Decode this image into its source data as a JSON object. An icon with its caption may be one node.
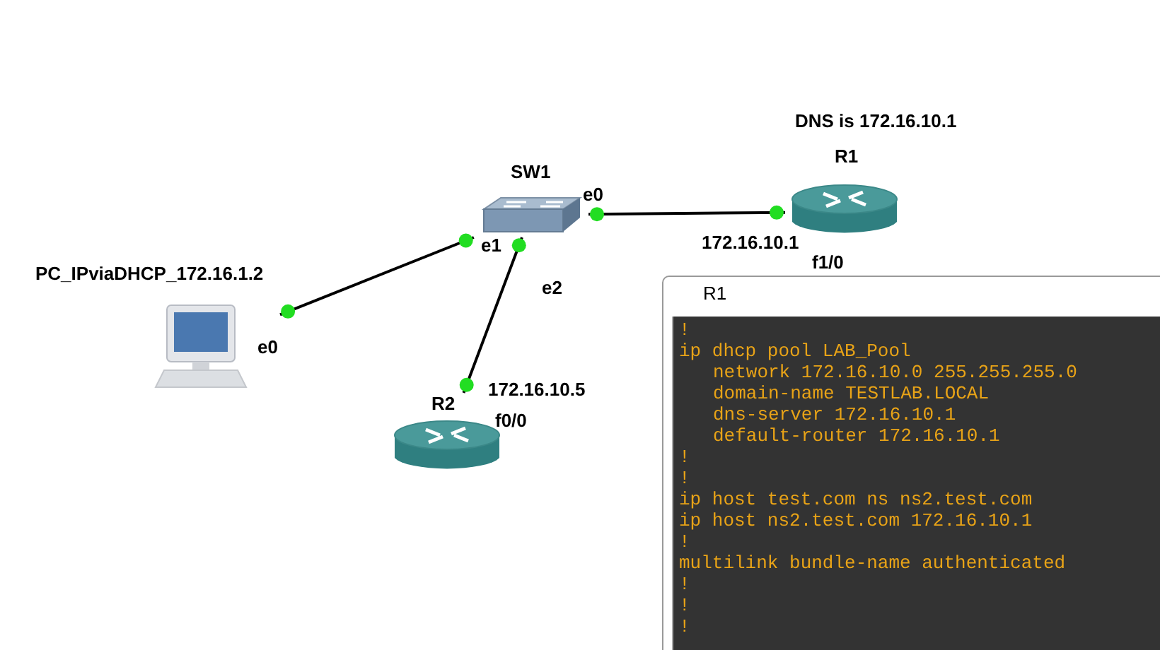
{
  "diagram": {
    "nodes": [
      {
        "text": [
          "PC_IPviaDHCP_172.16.1.2"
        ]
      },
      {
        "text": [
          "SW1"
        ]
      },
      {
        "text": [
          "R1"
        ]
      },
      {
        "text": [
          "R2"
        ]
      },
      {
        "text": [
          "R1",
          "!",
          "ip dhcp pool LAB_Pool",
          "network 172.16.10.0 255.255.255.0",
          "domain-name TESTLAB.LOCAL",
          "dns-server 172.16.10.1",
          "default-router 172.16.10.1",
          "!",
          "!",
          "ip host test.com ns ns2.test.com",
          "ip host ns2.test.com 172.16.10.1",
          "!",
          "multilink bundle-name authenticated",
          "!",
          "!",
          "!"
        ]
      }
    ],
    "edges": [
      {
        "from": 0,
        "to": 1,
        "arrow": "none"
      },
      {
        "from": 1,
        "to": 2,
        "arrow": "none"
      },
      {
        "from": 1,
        "to": 3,
        "arrow": "none"
      }
    ],
    "labels": [
      "DNS is 172.16.10.1",
      "e0",
      "172.16.10.1",
      "e1",
      "f1/0",
      "e2",
      "e0",
      "172.16.10.5",
      "f0/0"
    ]
  }
}
